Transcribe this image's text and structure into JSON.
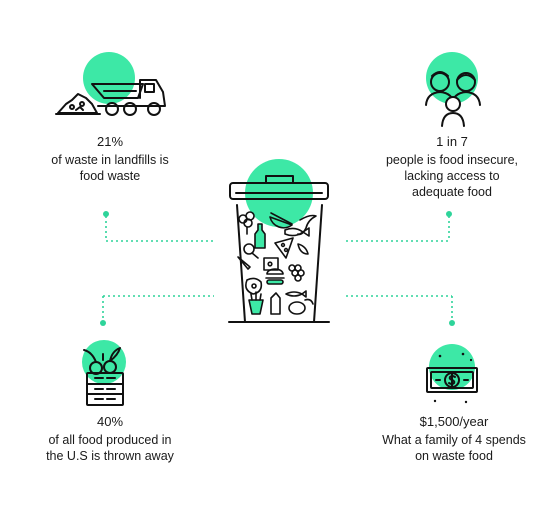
{
  "colors": {
    "accent": "#3de8a6",
    "ink": "#111111",
    "connector": "#2ed49a"
  },
  "stats": {
    "landfill": {
      "icon": "dump-truck-icon",
      "value": "21%",
      "line1": "of waste in landfills is",
      "line2": "food waste"
    },
    "insecurity": {
      "icon": "family-icon",
      "value": "1 in 7",
      "line1": "people is food insecure,",
      "line2": "lacking access to",
      "line3": "adequate food"
    },
    "thrown": {
      "icon": "produce-crate-icon",
      "value": "40%",
      "line1": "of all food produced in",
      "line2": "the U.S is thrown away"
    },
    "family_cost": {
      "icon": "money-bill-icon",
      "value": "$1,500/year",
      "line1": "What a family of 4 spends",
      "line2": "on waste food"
    }
  },
  "center_icon": "trash-can-of-food-icon"
}
